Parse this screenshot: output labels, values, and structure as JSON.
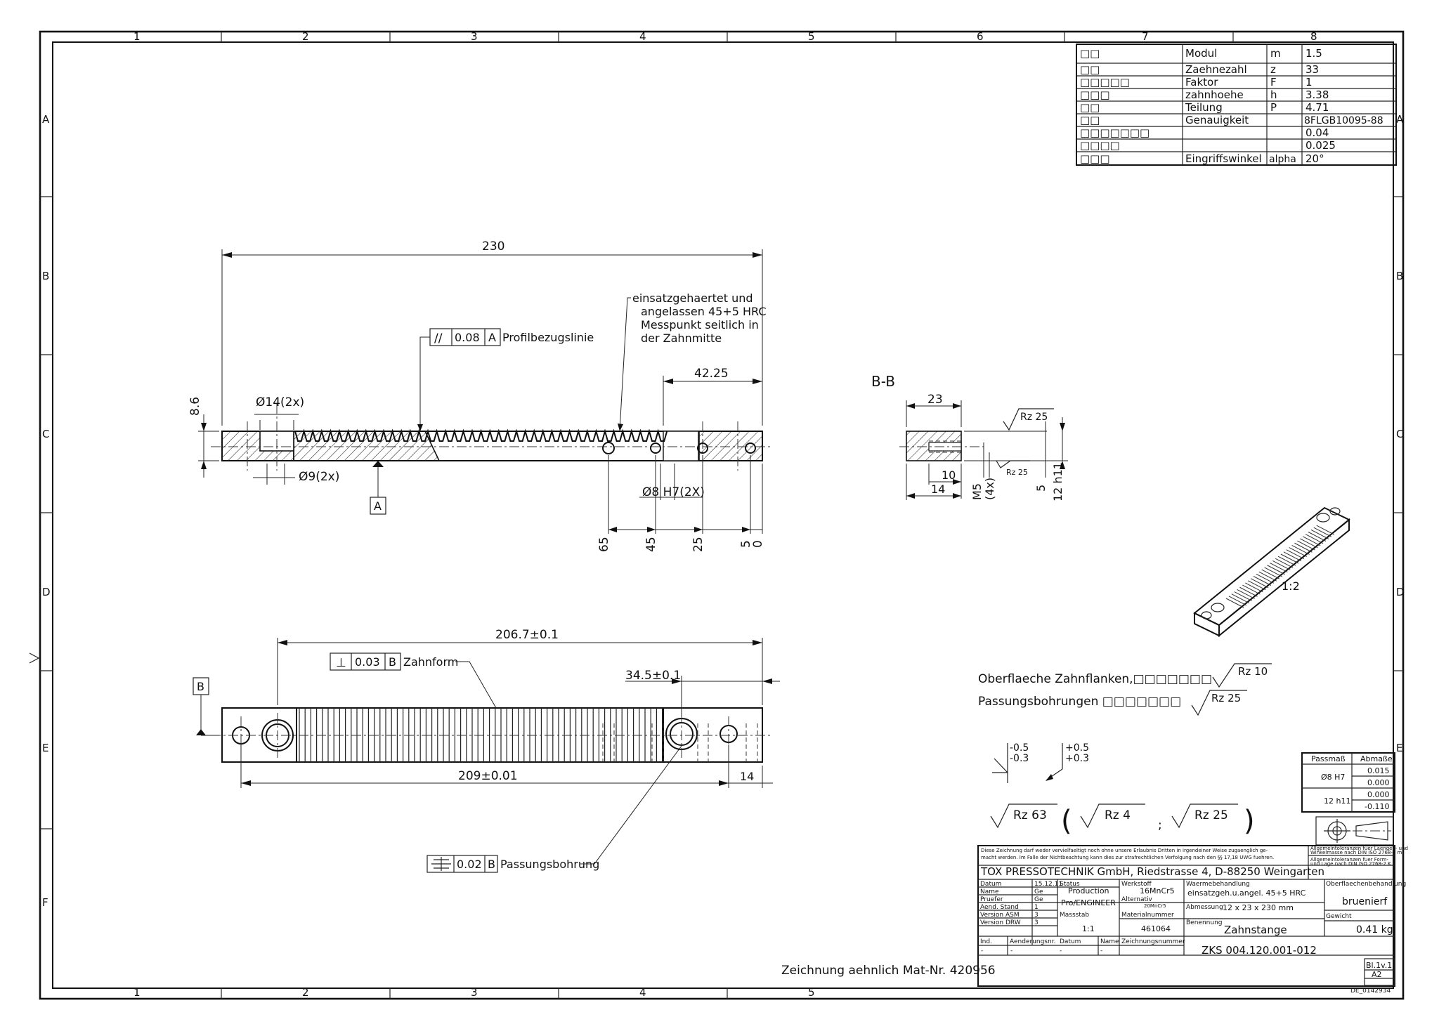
{
  "frame": {
    "columns": [
      "1",
      "2",
      "3",
      "4",
      "5",
      "6",
      "7",
      "8"
    ],
    "rows": [
      "A",
      "B",
      "C",
      "D",
      "E",
      "F"
    ]
  },
  "gear_table": [
    {
      "code": "□□",
      "name": "Modul",
      "sym": "m",
      "val": "1.5"
    },
    {
      "code": "□□",
      "name": "Zaehnezahl",
      "sym": "z",
      "val": "33"
    },
    {
      "code": "□□□□□",
      "name": "Faktor",
      "sym": "F",
      "val": "1"
    },
    {
      "code": "□□□",
      "name": "zahnhoehe",
      "sym": "h",
      "val": "3.38"
    },
    {
      "code": "□□",
      "name": "Teilung",
      "sym": "P",
      "val": "4.71"
    },
    {
      "code": "□□",
      "name": "Genauigkeit",
      "sym": "",
      "val": "8FLGB10095-88"
    },
    {
      "code": "□□□□□□□",
      "name": "",
      "sym": "",
      "val": "0.04"
    },
    {
      "code": "□□□□",
      "name": "",
      "sym": "",
      "val": "0.025"
    },
    {
      "code": "□□□",
      "name": "Eingriffswinkel",
      "sym": "alpha",
      "val": "20°"
    }
  ],
  "front_view": {
    "dim_overall": "230",
    "dim_height": "8.6",
    "dim_hole_large": "Ø14(2x)",
    "dim_hole_small": "Ø9(2x)",
    "dim_right": "42.25",
    "dim_pin": "Ø8 H7(2X)",
    "parallel_tol_symbol": "//",
    "parallel_tol_value": "0.08",
    "parallel_tol_datum": "A",
    "parallel_note": "Profilbezugslinie",
    "datum_a": "A",
    "hardening_note": [
      "einsatzgehaertet und",
      "angelassen 45+5 HRC",
      "Messpunkt seitlich in",
      "der Zahnmitte"
    ],
    "pos_dims": [
      "65",
      "45",
      "25",
      "5",
      "0"
    ]
  },
  "top_view": {
    "dim_teeth": "206.7±0.1",
    "dim_right": "34.5±0.1",
    "dim_holes": "209±0.01",
    "dim_end": "14",
    "perp_symbol": "⊥",
    "perp_value": "0.03",
    "perp_datum": "B",
    "perp_note": "Zahnform",
    "pos_symbol": "⌯",
    "pos_value": "0.02",
    "pos_datum": "B",
    "pos_note": "Passungsbohrung",
    "datum_b": "B"
  },
  "section": {
    "title": "B-B",
    "dim_width": "23",
    "dim_10": "10",
    "dim_14": "14",
    "dim_thread": "M5",
    "dim_thread_count": "(4x)",
    "dim_5": "5",
    "dim_12": "12 h11",
    "rz_top": "Rz 25",
    "rz_side": "Rz 25"
  },
  "iso_view": {
    "scale": "1:2"
  },
  "surface_notes": {
    "line1": "Oberflaeche Zahnflanken,□□□□□□□",
    "line1_rz": "Rz 10",
    "line2": "Passungsbohrungen □□□□□□□",
    "line2_rz": "Rz 25"
  },
  "edges": {
    "left_top": "-0.5",
    "left_bot": "-0.3",
    "right_top": "+0.5",
    "right_bot": "+0.3"
  },
  "general_roughness": {
    "main": "Rz 63",
    "a": "Rz 4",
    "b": "Rz 25",
    "sep": ";"
  },
  "fit_table": {
    "h1": "Passmaß",
    "h2": "Abmaße",
    "r1_name": "Ø8 H7",
    "r1_up": "0.015",
    "r1_lo": "0.000",
    "r2_name": "12 h11",
    "r2_up": "0.000",
    "r2_lo": "-0.110"
  },
  "title_block": {
    "disclaimer1": "Diese Zeichnung darf weder vervielfaeltigt noch ohne unsere Erlaubnis Dritten in irgendeiner Weise zugaenglich ge-",
    "disclaimer2": "macht werden. Im Falle der Nichtbeachtung kann dies zur strafrechtlichen Verfolgung nach den §§ 17,18 UWG fuehren.",
    "tol_note1": "Allgemeintoleranzen fuer Laengen- und",
    "tol_note2": "Winkelmasse nach DIN ISO 2768-1 m",
    "tol_note3": "Allgemeintoleranzen fuer Form-",
    "tol_note4": "und Lage nach DIN ISO 2768-2 K",
    "company": "TOX PRESSOTECHNIK GmbH, Riedstrasse 4, D-88250 Weingarten",
    "datum_label": "Datum",
    "datum_val": "15.12.11",
    "name_label": "Name",
    "name_val": "Ge",
    "pruefer_label": "Pruefer",
    "pruefer_val": "Ge",
    "aend_label": "Aend. Stand",
    "aend_val": "1",
    "asm_label": "Version ASM",
    "asm_val": "3",
    "drw_label": "Version DRW",
    "drw_val": "3",
    "status_label": "Status",
    "status_val": "Production",
    "cad_val": "Pro/ENGINEER",
    "massstab_label": "Massstab",
    "massstab_val": "1:1",
    "werkstoff_label": "Werkstoff",
    "werkstoff_val": "16MnCr5",
    "alternativ_label": "Alternativ",
    "alternativ_val": "20MnCr5",
    "matnr_label": "Materialnummer",
    "matnr_val": "461064",
    "waerme_label": "Waermebehandlung",
    "waerme_val": "einsatzgeh.u.angel. 45+5 HRC",
    "abm_label": "Abmessung",
    "abm_val": "12 x 23 x 230 mm",
    "benennung_label": "Benennung",
    "benennung_val": "Zahnstange",
    "ober_label": "Oberflaechenbehandlung",
    "ober_val": "bruenierf",
    "gewicht_label": "Gewicht",
    "gewicht_val": "0.41 kg",
    "ind_label": "Ind.",
    "aendnr_label": "Aenderungsnr.",
    "datum2_label": "Datum",
    "name2_label": "Name",
    "zeichnr_label": "Zeichnungsnummer",
    "zeichnr_val": "ZKS 004.120.001-012",
    "dash": "-",
    "sheet": "Bl.1v.1",
    "format": "A2",
    "code": "DE_0142934"
  },
  "footnote": "Zeichnung aehnlich Mat-Nr. 420956"
}
